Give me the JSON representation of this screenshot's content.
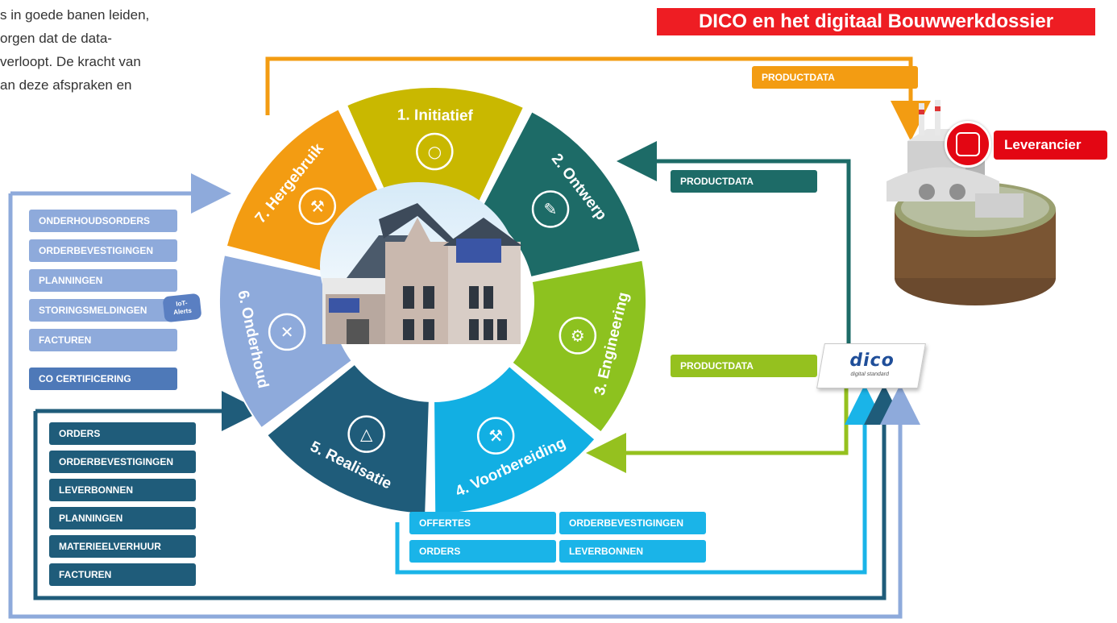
{
  "intro_lines": [
    "s in goede banen leiden,",
    "orgen dat de data-",
    " verloopt. De kracht van",
    "an deze afspraken en"
  ],
  "title": "DICO en het digitaal Bouwwerkdossier",
  "supplier_label": "Leverancier",
  "dico_logo": {
    "text": "dico",
    "sub": "digital standard"
  },
  "phases": [
    {
      "label": "1. Initiatief",
      "color": "#c9b800",
      "icon": "lightbulb-icon"
    },
    {
      "label": "2. Ontwerp",
      "color": "#1d6b67",
      "icon": "pencil-icon"
    },
    {
      "label": "3. Engineering",
      "color": "#8dc21f",
      "icon": "gear-icon"
    },
    {
      "label": "4. Voorbereiding",
      "color": "#12afe3",
      "icon": "shovel-icon"
    },
    {
      "label": "5. Realisatie",
      "color": "#1f5c7a",
      "icon": "trowel-icon"
    },
    {
      "label": "6. Onderhoud",
      "color": "#8eaadb",
      "icon": "screwdriver-icon"
    },
    {
      "label": "7. Hergebruik",
      "color": "#f39c12",
      "icon": "hammer-icon"
    }
  ],
  "productdata": {
    "top": "PRODUCTDATA",
    "middle": "PRODUCTDATA",
    "lower": "PRODUCTDATA"
  },
  "maintenance_items": [
    "ONDERHOUDSORDERS",
    "ORDERBEVESTIGINGEN",
    "PLANNINGEN",
    "STORINGSMELDINGEN",
    "FACTUREN"
  ],
  "iot_badge": "IoT-\nAlerts",
  "co_certification": "CO CERTIFICERING",
  "realisation_items": [
    "ORDERS",
    "ORDERBEVESTIGINGEN",
    "LEVERBONNEN",
    "PLANNINGEN",
    "MATERIEELVERHUUR",
    "FACTUREN"
  ],
  "preparation_items": {
    "offertes": "OFFERTES",
    "orderbevestigingen": "ORDERBEVESTIGINGEN",
    "orders": "ORDERS",
    "leverbonnen": "LEVERBONNEN"
  },
  "colors": {
    "orange": "#f39c12",
    "teal": "#1d6b67",
    "green": "#95c11f",
    "cyan": "#1ab4e8",
    "dark_blue": "#1f5c7a",
    "light_blue": "#8eaadb",
    "red": "#ee1d23",
    "yellow": "#c9b800"
  }
}
